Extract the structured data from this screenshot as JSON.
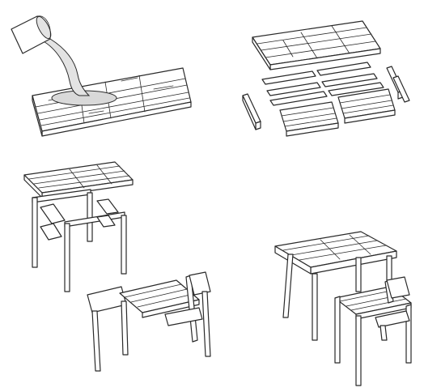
{
  "figure": {
    "steps": [
      {
        "id": "step-1",
        "depicts": "glue-pour-on-slats"
      },
      {
        "id": "step-2",
        "depicts": "exploded-tabletop-panels"
      },
      {
        "id": "step-3",
        "depicts": "exploded-table-and-chair"
      },
      {
        "id": "step-4",
        "depicts": "assembled-table-and-chair"
      }
    ],
    "colors": {
      "stroke": "#2a2a2a",
      "glue": "#d9d9d9",
      "background": "#ffffff"
    }
  }
}
